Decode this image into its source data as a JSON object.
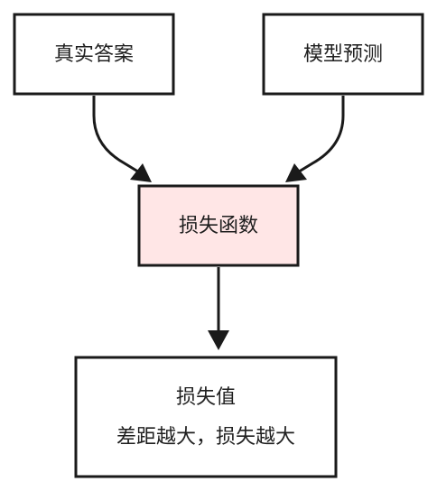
{
  "nodes": {
    "truth": {
      "label": "真实答案"
    },
    "prediction": {
      "label": "模型预测"
    },
    "loss_function": {
      "label": "损失函数",
      "fill": "#ffe6e6"
    },
    "loss_value": {
      "line1": "损失值",
      "line2": "差距越大，损失越大"
    }
  },
  "colors": {
    "stroke": "#1a1a1a",
    "text": "#1f1f1f",
    "box_fill": "#ffffff"
  }
}
